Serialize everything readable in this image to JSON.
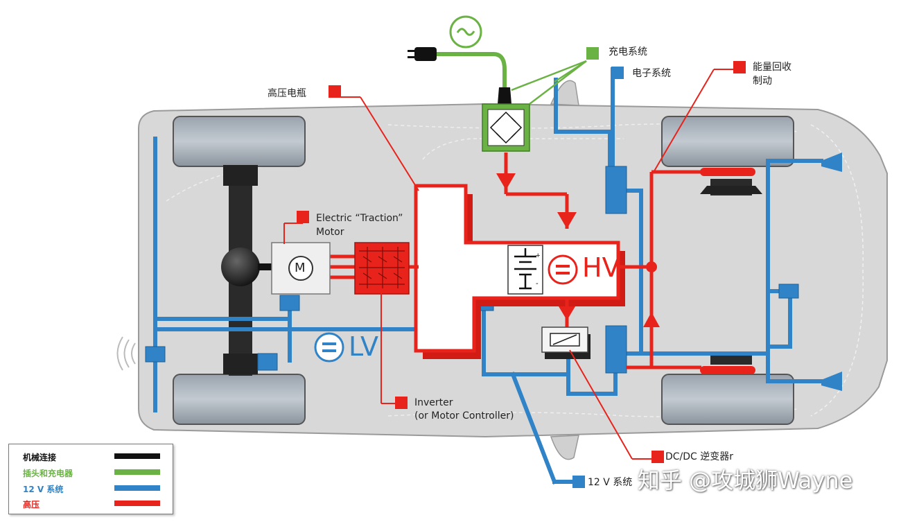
{
  "labels": {
    "charging_system": "充电系统",
    "electronic_system": "电子系统",
    "regen_braking_line1": "能量回收",
    "regen_braking_line2": "制动",
    "hv_battery": "高压电瓶",
    "traction_motor_line1": "Electric “Traction”",
    "traction_motor_line2": "Motor",
    "inverter_line1": "Inverter",
    "inverter_line2": "(or Motor Controller)",
    "dcdc": "DC/DC 逆变器r",
    "system_12v": "12 V 系统",
    "hv": "HV",
    "lv": "LV",
    "motor_symbol": "M"
  },
  "legend": {
    "items": [
      {
        "label": "机械连接",
        "color": "#111111"
      },
      {
        "label": "插头和充电器",
        "color": "#6bb244"
      },
      {
        "label": "12 V 系统",
        "color": "#2f83c6"
      },
      {
        "label": "高压",
        "color": "#e8231c"
      }
    ]
  },
  "watermark": "知乎 @攻城狮Wayne",
  "colors": {
    "mechanical": "#111111",
    "charging": "#6bb244",
    "low_voltage": "#2f83c6",
    "high_voltage": "#e8231c",
    "body": "#d6d6d6"
  }
}
